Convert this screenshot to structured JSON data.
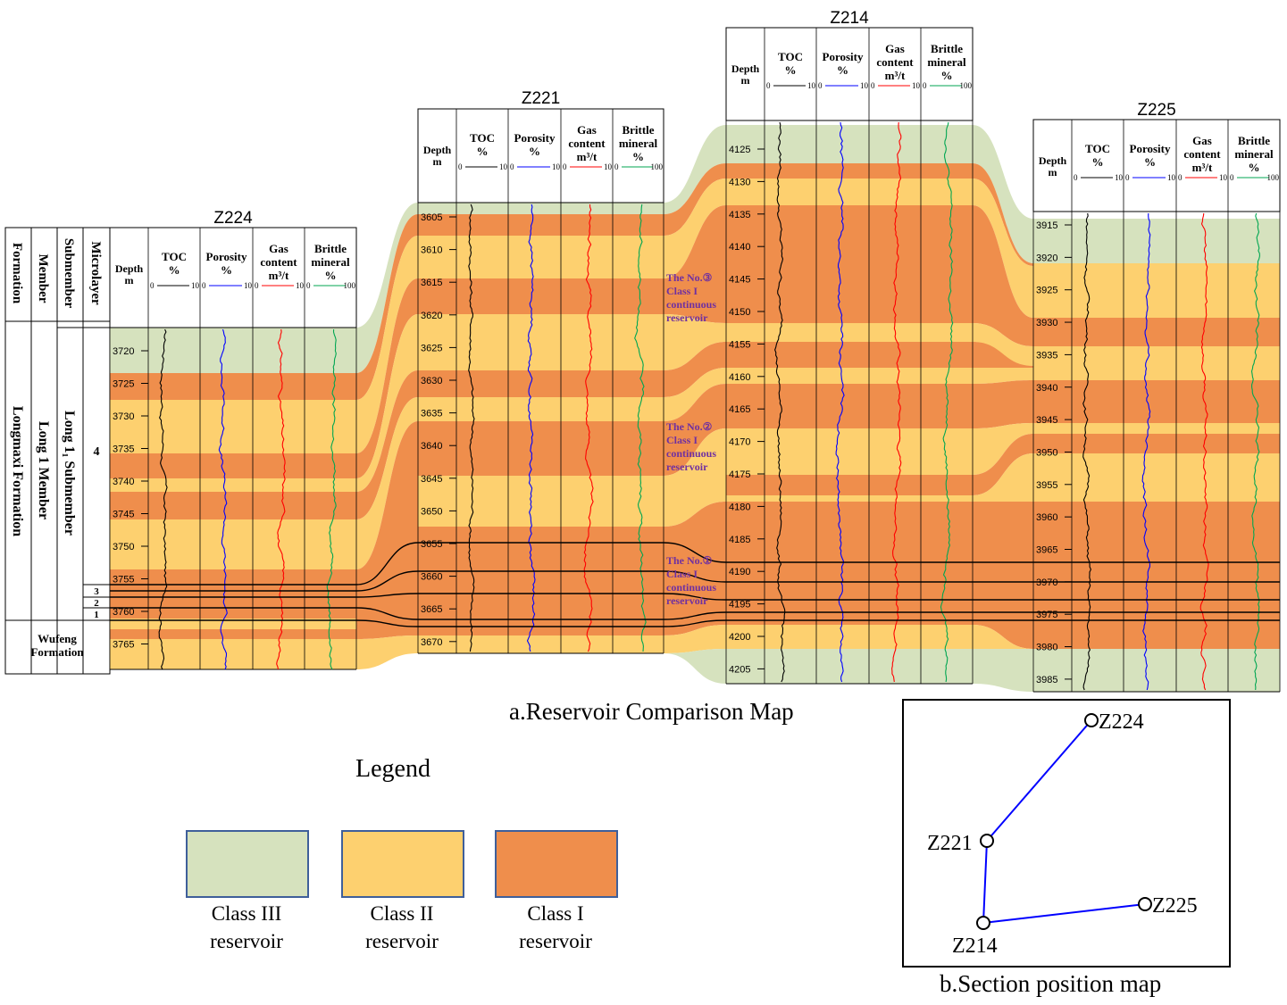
{
  "colors": {
    "class3": "#d6e2be",
    "class2": "#fdd06f",
    "class1": "#ef8e4c",
    "toc": "#000000",
    "porosity": "#0000ff",
    "gas": "#ff0000",
    "brittle": "#00a651",
    "annotation": "#7030a0",
    "section_line": "#0000ff",
    "legend_border": "#3f5f9a"
  },
  "captions": {
    "a": "a.Reservoir Comparison Map",
    "b": "b.Section position map"
  },
  "strat_headers": {
    "formation": "Formation",
    "member": "Member",
    "submember": "Submember",
    "microlayer": "Microlayer"
  },
  "strat_values": {
    "longmaxi": "Longmaxi Formation",
    "long1_member": "Long 1 Member",
    "long1_1_submember": "Long 1₁ Submember",
    "wufeng": "Wufeng Formation",
    "microlayers": [
      "4",
      "3",
      "2",
      "1"
    ]
  },
  "track_headers": {
    "depth": [
      "Depth",
      "m"
    ],
    "toc": [
      "TOC",
      "%"
    ],
    "porosity": [
      "Porosity",
      "%"
    ],
    "gas": [
      "Gas",
      "content",
      "m³/t"
    ],
    "brittle": [
      "Brittle",
      "mineral",
      "%"
    ]
  },
  "track_scales": {
    "toc": [
      "0",
      "10"
    ],
    "porosity": [
      "0",
      "10"
    ],
    "gas": [
      "0",
      "10"
    ],
    "brittle": [
      "0",
      "100"
    ]
  },
  "wells": [
    {
      "name": "Z224",
      "depth_ticks": [
        "3720",
        "3725",
        "3730",
        "3735",
        "3740",
        "3745",
        "3750",
        "3755",
        "3760",
        "3765"
      ]
    },
    {
      "name": "Z221",
      "depth_ticks": [
        "3605",
        "3610",
        "3615",
        "3620",
        "3625",
        "3630",
        "3635",
        "3640",
        "3645",
        "3650",
        "3655",
        "3660",
        "3665",
        "3670"
      ]
    },
    {
      "name": "Z214",
      "depth_ticks": [
        "4125",
        "4130",
        "4135",
        "4140",
        "4145",
        "4150",
        "4155",
        "4160",
        "4165",
        "4170",
        "4175",
        "4180",
        "4185",
        "4190",
        "4195",
        "4200",
        "4205"
      ]
    },
    {
      "name": "Z225",
      "depth_ticks": [
        "3915",
        "3920",
        "3925",
        "3930",
        "3935",
        "3940",
        "3945",
        "3950",
        "3955",
        "3960",
        "3965",
        "3970",
        "3975",
        "3980",
        "3985"
      ]
    }
  ],
  "annotations": [
    {
      "lines": [
        "The No.③",
        "Class I",
        "continuous",
        "reservoir"
      ]
    },
    {
      "lines": [
        "The No.②",
        "Class I",
        "continuous",
        "reservoir"
      ]
    },
    {
      "lines": [
        "The No.①",
        "Class I",
        "continuous",
        "reservoir"
      ]
    }
  ],
  "legend": {
    "title": "Legend",
    "items": [
      {
        "line1": "Class III",
        "line2": "reservoir"
      },
      {
        "line1": "Class II",
        "line2": "reservoir"
      },
      {
        "line1": "Class I",
        "line2": "reservoir"
      }
    ]
  },
  "section_map": {
    "labels": [
      "Z224",
      "Z221",
      "Z214",
      "Z225"
    ]
  }
}
